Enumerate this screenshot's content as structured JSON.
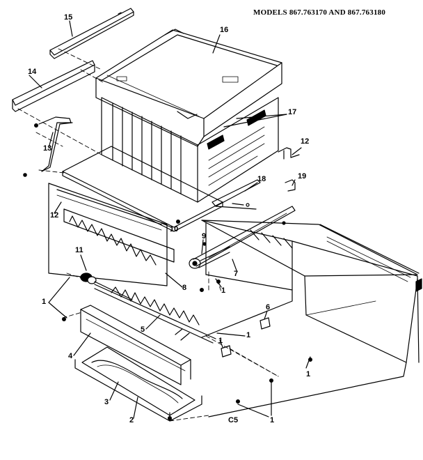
{
  "diagram": {
    "title": "MODELS 867.763170 AND 867.763180",
    "page_code": "C5",
    "callouts": [
      "15",
      "16",
      "14",
      "17",
      "13",
      "12",
      "19",
      "18",
      "12",
      "10",
      "11",
      "9",
      "8",
      "7",
      "1",
      "1",
      "5",
      "6",
      "1",
      "1",
      "4",
      "3",
      "2",
      "1",
      "1"
    ]
  }
}
